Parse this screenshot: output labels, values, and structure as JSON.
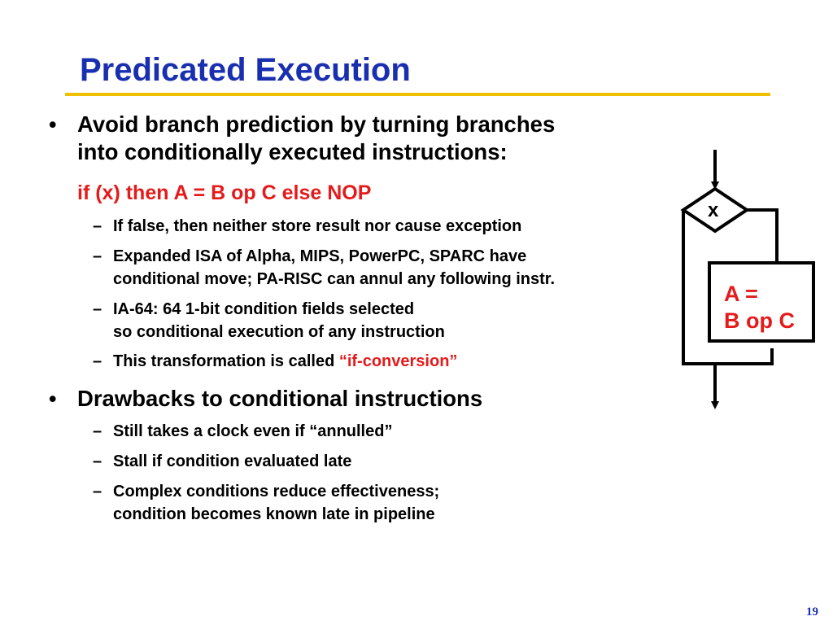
{
  "slide": {
    "title": "Predicated Execution",
    "page_number": "19"
  },
  "bullets": [
    {
      "marker": "•",
      "lines": [
        "Avoid branch prediction by turning branches",
        "into conditionally executed instructions:"
      ],
      "code": "if (x) then A = B op C else NOP",
      "sub": [
        {
          "marker": "–",
          "lines": [
            "If false, then neither store result nor cause exception"
          ]
        },
        {
          "marker": "–",
          "lines": [
            "Expanded ISA of Alpha, MIPS, PowerPC, SPARC have",
            "conditional move; PA-RISC can annul any following instr."
          ]
        },
        {
          "marker": "–",
          "lines": [
            "IA-64: 64 1-bit condition fields selected",
            "so conditional execution of any instruction"
          ]
        },
        {
          "marker": "–",
          "prefix": "This transformation is called ",
          "highlight": "“if-conversion”"
        }
      ]
    },
    {
      "marker": "•",
      "lines": [
        "Drawbacks to conditional instructions"
      ],
      "sub": [
        {
          "marker": "–",
          "lines": [
            "Still takes a clock even if “annulled”"
          ]
        },
        {
          "marker": "–",
          "lines": [
            "Stall if condition evaluated late"
          ]
        },
        {
          "marker": "–",
          "lines": [
            "Complex conditions reduce effectiveness;",
            "condition becomes known late in pipeline"
          ]
        }
      ]
    }
  ],
  "diagram": {
    "decision_label": "x",
    "box_line1": "A =",
    "box_line2": "B op C"
  },
  "colors": {
    "title": "#1a2fb0",
    "rule": "#f0c000",
    "highlight": "#e41b1b"
  }
}
